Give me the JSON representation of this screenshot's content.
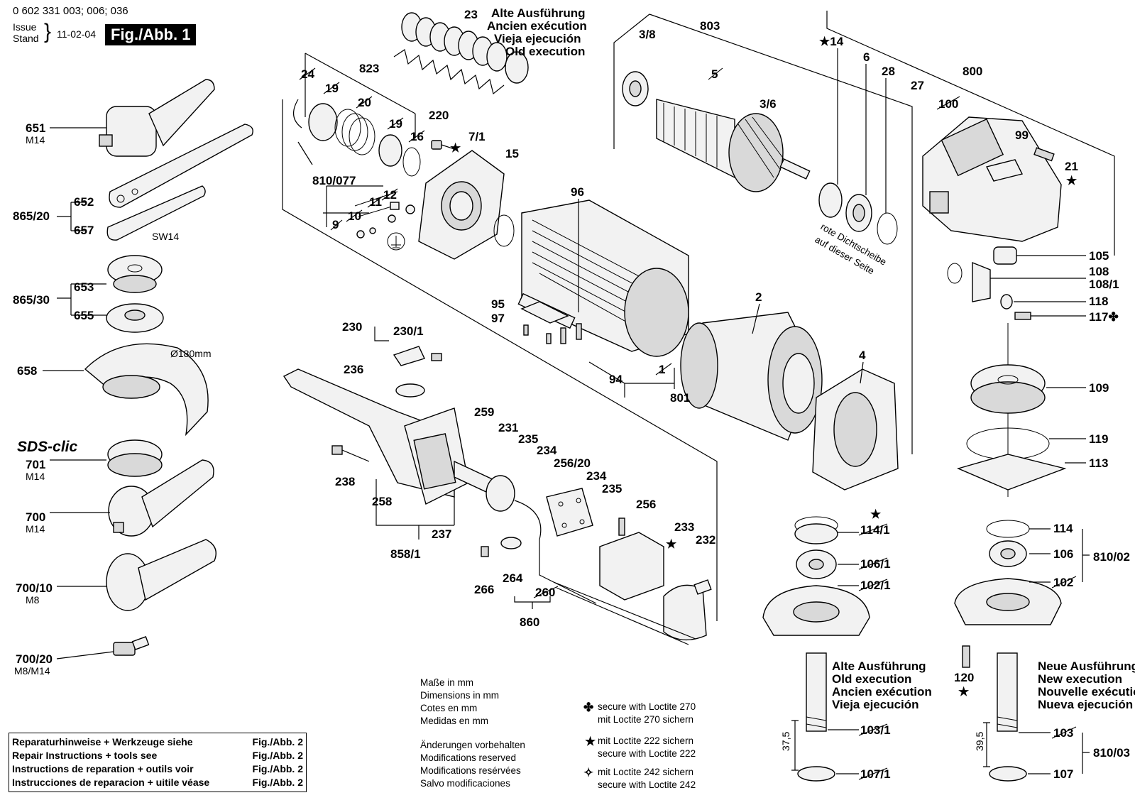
{
  "header": {
    "doc_number": "0 602 331 003; 006; 036",
    "issue_label": "Issue",
    "stand_label": "Stand",
    "date": "11-02-04",
    "figure": "Fig./Abb. 1"
  },
  "old_execution_top": [
    "Alte Ausführung",
    "Ancien exécution",
    "Vieja ejecución",
    "Old execution"
  ],
  "old_execution_bottom": [
    "Alte Ausführung",
    "Old execution",
    "Ancien exécution",
    "Vieja ejecución"
  ],
  "new_execution_bottom": [
    "Neue Ausführung",
    "New execution",
    "Nouvelle exécution",
    "Nueva ejecución"
  ],
  "seal_note": [
    "rote Dichtscheibe",
    "auf dieser Seite"
  ],
  "dimensions_note": [
    "Maße in mm",
    "Dimensions in mm",
    "Cotes en mm",
    "Medidas en mm"
  ],
  "changes_note": [
    "Änderungen vorbehalten",
    "Modifications reserved",
    "Modifications resérvées",
    "Salvo modificaciones"
  ],
  "loctite_notes": [
    {
      "symbol": "✤",
      "lines": [
        "secure with Loctite 270",
        "mit Loctite 270 sichern"
      ]
    },
    {
      "symbol": "★",
      "lines": [
        "mit Loctite 222 sichern",
        "secure with Loctite 222"
      ]
    },
    {
      "symbol": "✧",
      "lines": [
        "mit Loctite 242 sichern",
        "secure with Loctite 242"
      ]
    }
  ],
  "repair_legend": [
    {
      "text": "Reparaturhinweise + Werkzeuge siehe",
      "ref": "Fig./Abb. 2"
    },
    {
      "text": "Repair Instructions + tools see",
      "ref": "Fig./Abb. 2"
    },
    {
      "text": "Instructions de reparation + outils voir",
      "ref": "Fig./Abb. 2"
    },
    {
      "text": "Instrucciones de reparacion + uitile véase",
      "ref": "Fig./Abb. 2"
    }
  ],
  "brand_label": "SDS-clic",
  "diameter_label": "Ø180mm",
  "wrench_size": "SW14",
  "dims": {
    "left_length": "37,5",
    "right_length": "39,5"
  },
  "labels": {
    "p651": "651",
    "p651s": "M14",
    "p865_20": "865/20",
    "p652": "652",
    "p657": "657",
    "p865_30": "865/30",
    "p653": "653",
    "p655": "655",
    "p658": "658",
    "p701": "701",
    "p701s": "M14",
    "p700": "700",
    "p700s": "M14",
    "p700_10": "700/10",
    "p700_10s": "M8",
    "p700_20": "700/20",
    "p700_20s": "M8/M14",
    "p23": "23",
    "p24": "24",
    "p19a": "19",
    "p823": "823",
    "p20": "20",
    "p19b": "19",
    "p16": "16",
    "p220": "220",
    "p7_1": "7/1",
    "p15": "15",
    "p810_077": "810/077",
    "p12": "12",
    "p11": "11",
    "p10": "10",
    "p9": "9",
    "p96": "96",
    "p95": "95",
    "p97": "97",
    "p94": "94",
    "p1": "1",
    "p801": "801",
    "p3_8": "3/8",
    "p803": "803",
    "p5": "5",
    "p3_6": "3/6",
    "p14": "14",
    "p6": "6",
    "p28": "28",
    "p27": "27",
    "p800": "800",
    "p100": "100",
    "p99": "99",
    "p21": "21",
    "p105": "105",
    "p108": "108",
    "p108_1": "108/1",
    "p118": "118",
    "p117": "117",
    "p2": "2",
    "p4": "4",
    "p109": "109",
    "p119": "119",
    "p113": "113",
    "p114": "114",
    "p106": "106",
    "p102": "102",
    "p810_02": "810/02",
    "p114_1": "114/1",
    "p106_1": "106/1",
    "p102_1": "102/1",
    "p103_1": "103/1",
    "p107_1": "107/1",
    "p103": "103",
    "p107": "107",
    "p810_03": "810/03",
    "p120": "120",
    "p230": "230",
    "p230_1": "230/1",
    "p236": "236",
    "p238": "238",
    "p259": "259",
    "p231": "231",
    "p235a": "235",
    "p234a": "234",
    "p256_20": "256/20",
    "p234b": "234",
    "p235b": "235",
    "p256": "256",
    "p233": "233",
    "p232": "232",
    "p258": "258",
    "p237": "237",
    "p858_1": "858/1",
    "p266": "266",
    "p264": "264",
    "p260": "260",
    "p860": "860"
  }
}
